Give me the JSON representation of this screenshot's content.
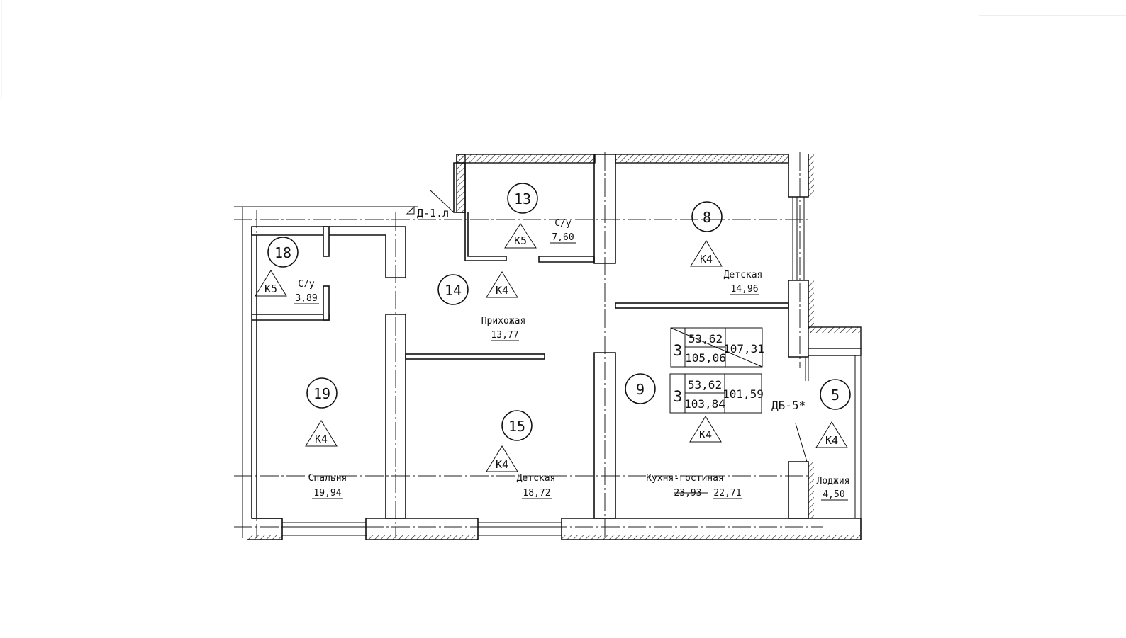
{
  "rooms": [
    {
      "id": "13",
      "name": "С/у",
      "area": "7,60",
      "mark": "К5"
    },
    {
      "id": "8",
      "name": "Детская",
      "area": "14,96",
      "mark": "К4"
    },
    {
      "id": "18",
      "name": "С/у",
      "area": "3,89",
      "mark": "К5"
    },
    {
      "id": "14",
      "name": "Прихожая",
      "area": "13,77",
      "mark": "К4"
    },
    {
      "id": "19",
      "name": "Спальня",
      "area": "19,94",
      "mark": "К4"
    },
    {
      "id": "15",
      "name": "Детская",
      "area": "18,72",
      "mark": "К4"
    },
    {
      "id": "9",
      "name": "Кухня-гостиная",
      "area_old": "23,93",
      "area": "22,71",
      "mark": "К4"
    },
    {
      "id": "5",
      "name": "Лоджия",
      "area": "4,50",
      "mark": "К4"
    }
  ],
  "tables": [
    {
      "rooms": "3",
      "living": "53,62",
      "total": "105,06",
      "gross": "107,31",
      "crossed": true
    },
    {
      "rooms": "3",
      "living": "53,62",
      "total": "103,84",
      "gross": "101,59",
      "crossed": false
    }
  ],
  "door_labels": {
    "d1": "Д-1.л",
    "db5": "ДБ-5*"
  }
}
